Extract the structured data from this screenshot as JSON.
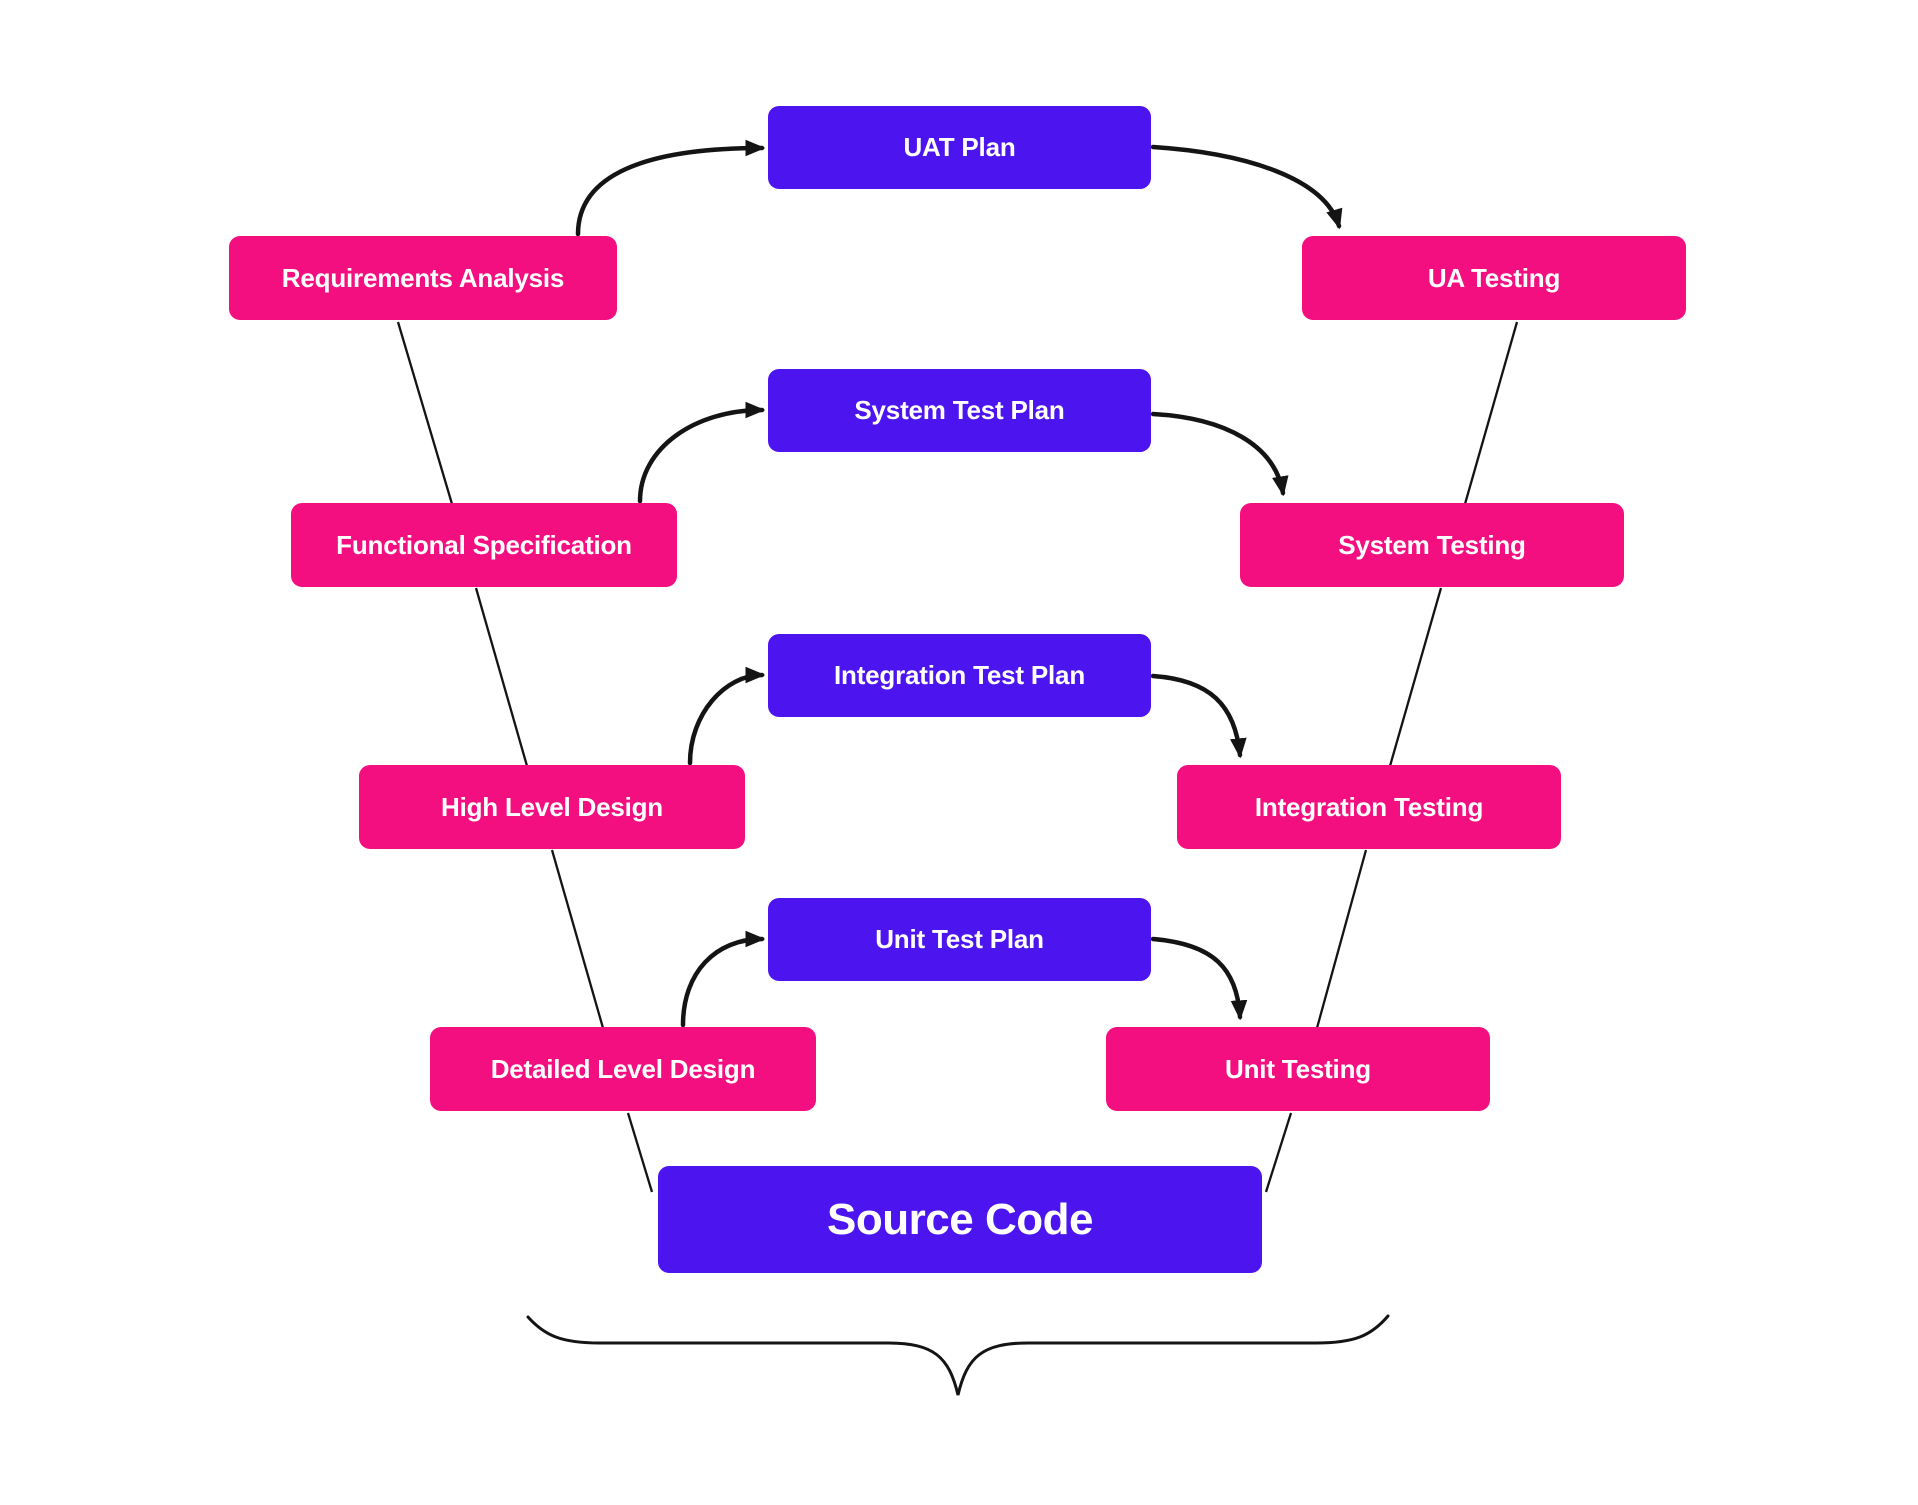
{
  "colors": {
    "node_pink": "#f40f81",
    "node_purple": "#4c15f0",
    "connector": "#141414",
    "text": "#ffffff",
    "background": "#ffffff"
  },
  "nodes": {
    "development": [
      {
        "label": "Requirements Analysis"
      },
      {
        "label": "Functional Specification"
      },
      {
        "label": "High Level Design"
      },
      {
        "label": "Detailed Level Design"
      }
    ],
    "plans": [
      {
        "label": "UAT Plan"
      },
      {
        "label": "System Test Plan"
      },
      {
        "label": "Integration Test Plan"
      },
      {
        "label": "Unit Test Plan"
      }
    ],
    "testing": [
      {
        "label": "UA Testing"
      },
      {
        "label": "System Testing"
      },
      {
        "label": "Integration Testing"
      },
      {
        "label": "Unit Testing"
      }
    ],
    "implementation": {
      "label": "Source Code"
    }
  }
}
